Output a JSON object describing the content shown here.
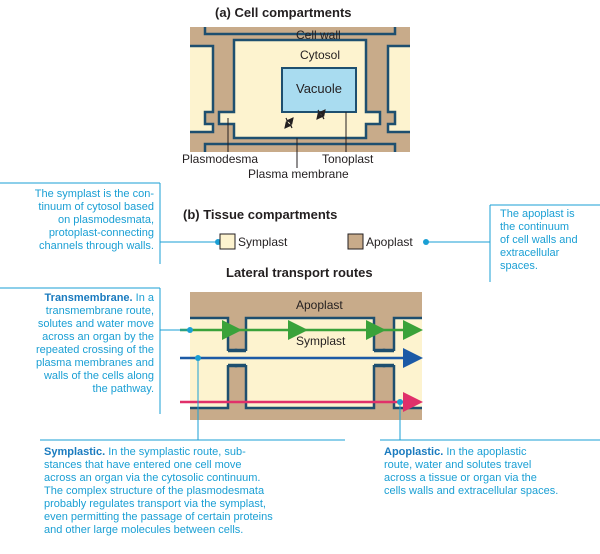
{
  "panel_a": {
    "title": "(a)  Cell compartments",
    "cell_wall": "Cell wall",
    "cytosol": "Cytosol",
    "vacuole": "Vacuole",
    "plasmodesma": "Plasmodesma",
    "tonoplast": "Tonoplast",
    "plasma_membrane": "Plasma membrane"
  },
  "panel_b": {
    "title": "(b)  Tissue  compartments",
    "legend_symplast": "Symplast",
    "legend_apoplast": "Apoplast",
    "routes_title": "Lateral transport routes",
    "apoplast_label": "Apoplast",
    "symplast_label": "Symplast"
  },
  "notes": {
    "symplast_def": "The symplast is the con-\ntinuum of cytosol based\non plasmodesmata,\nprotoplast-connecting\nchannels through walls.",
    "apoplast_def": "The apoplast is\nthe continuum\nof cell walls and\nextracellular\nspaces.",
    "transmembrane_head": "Transmembrane.",
    "transmembrane_body": " In a\ntransmembrane route,\nsolutes and water move\nacross an organ by the\nrepeated crossing of the\nplasma membranes and\nwalls of the cells along\nthe pathway.",
    "symplastic_head": "Symplastic.",
    "symplastic_body": " In the symplastic route, sub-\nstances that have entered one cell move\nacross an organ via the cytosolic continuum.\nThe complex structure of the plasmodesmata\nprobably regulates transport via the symplast,\neven permitting the passage of certain proteins\nand other large molecules between cells.",
    "apoplastic_head": "Apoplastic.",
    "apoplastic_body": " In the apoplastic\nroute, water and solutes travel\nacross a tissue or organ via the\ncells walls and extracellular spaces."
  },
  "colors": {
    "wall": "#c8ab8a",
    "cytosol": "#fdf3cf",
    "vacuole": "#a9dcf0",
    "membrane": "#1e4f6f",
    "annotation": "#1a9fd4",
    "transmembrane_arrow": "#3aa23a",
    "symplastic_arrow": "#1c5aa6",
    "apoplastic_arrow": "#e0306a"
  }
}
